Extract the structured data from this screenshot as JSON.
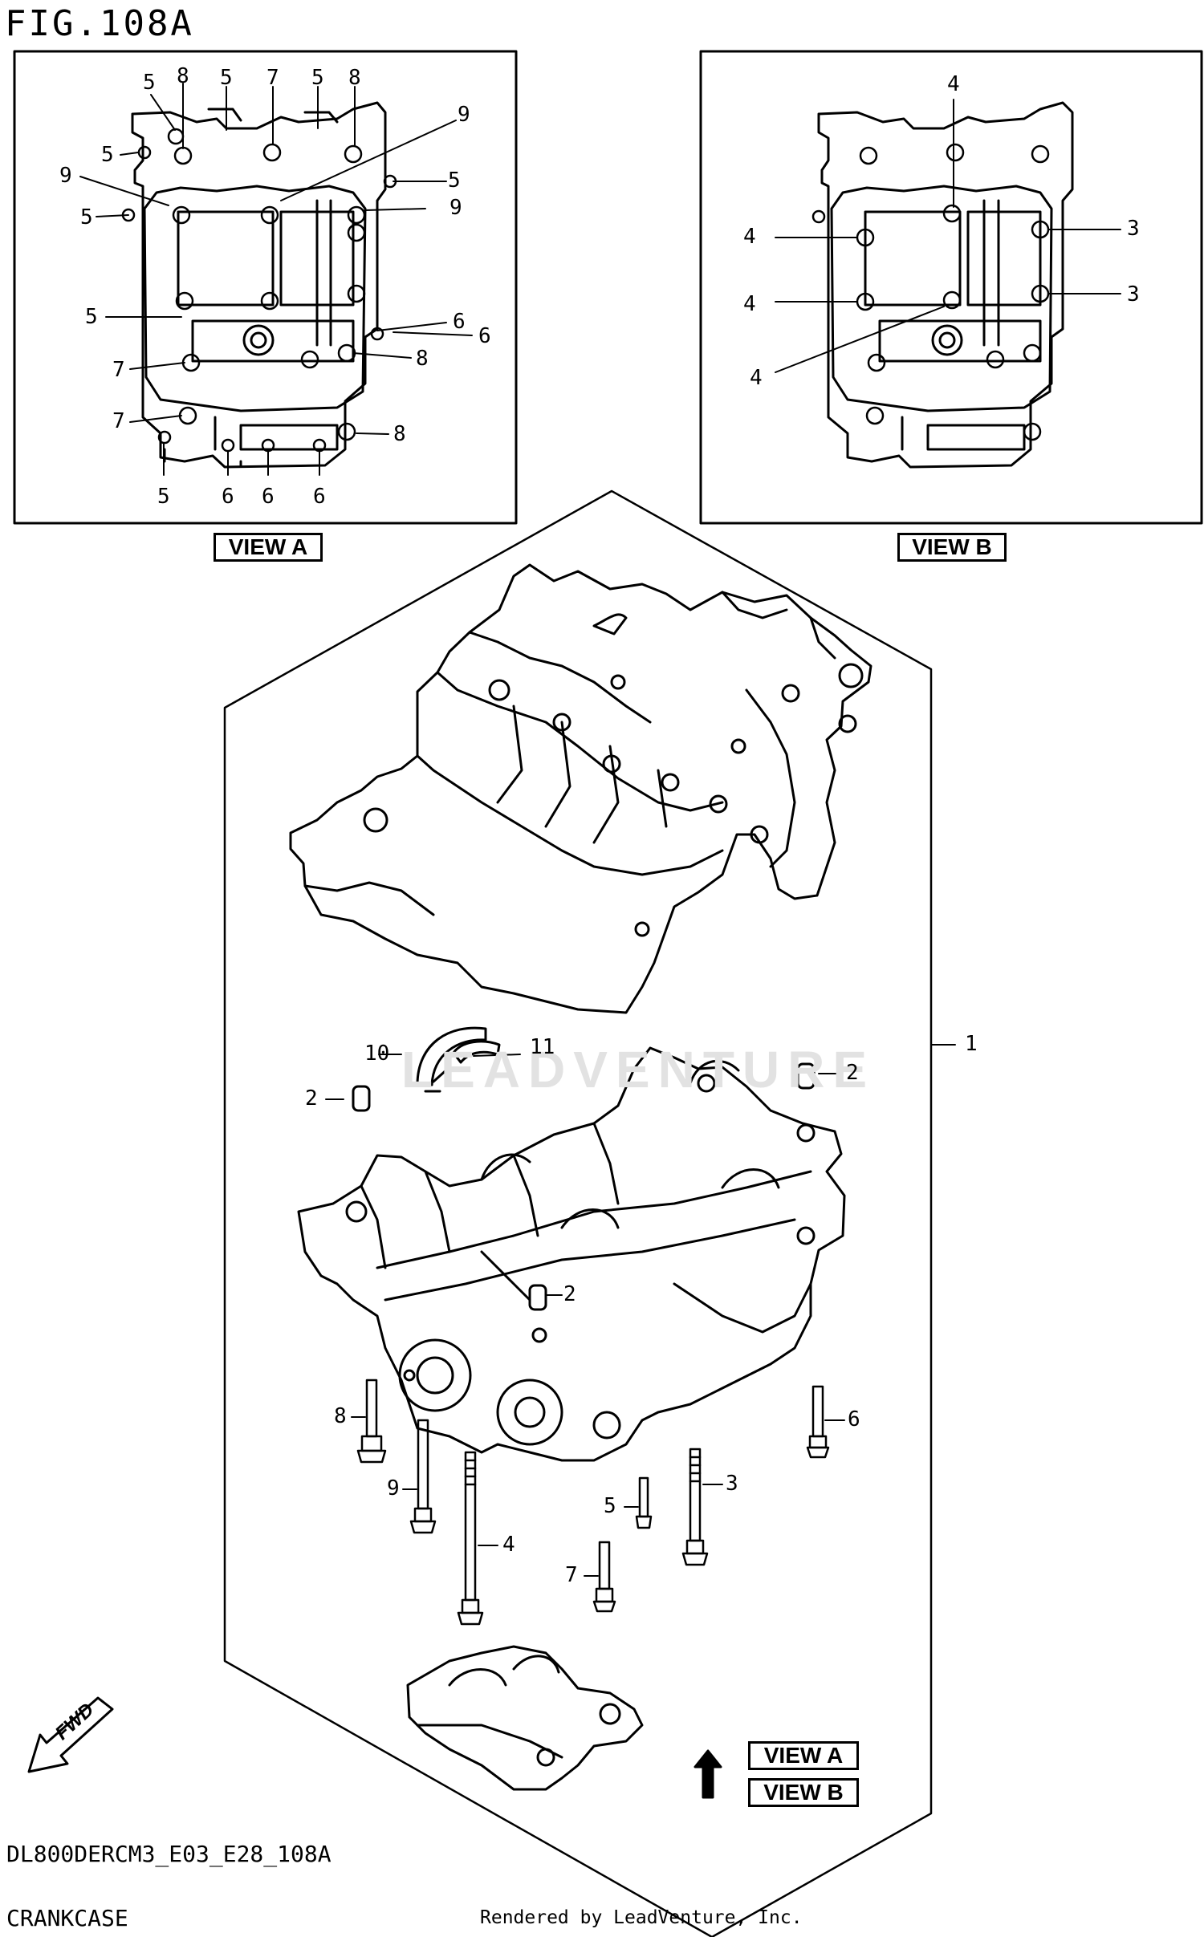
{
  "figure": {
    "title": "FIG.108A",
    "code": "DL800DERCM3_E03_E28_108A",
    "name": "CRANKCASE",
    "credit": "Rendered by LeadVenture, Inc.",
    "watermark": "LEADVENTURE"
  },
  "view_a": {
    "tag": "VIEW A",
    "callouts": [
      "5",
      "8",
      "5",
      "7",
      "5",
      "8",
      "9",
      "5",
      "9",
      "5",
      "5",
      "9",
      "5",
      "6",
      "6",
      "7",
      "8",
      "7",
      "8",
      "5",
      "6",
      "6",
      "6"
    ]
  },
  "view_b": {
    "tag": "VIEW B",
    "callouts": [
      "4",
      "4",
      "3",
      "4",
      "3",
      "4"
    ]
  },
  "main": {
    "callouts": [
      "1",
      "2",
      "2",
      "2",
      "10",
      "11",
      "8",
      "9",
      "4",
      "5",
      "3",
      "6",
      "7"
    ],
    "view_tags": [
      "VIEW A",
      "VIEW B"
    ],
    "fwd": "FWD"
  }
}
